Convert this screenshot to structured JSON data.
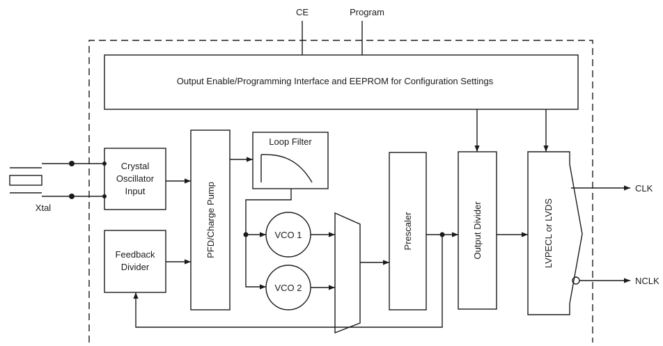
{
  "colors": {
    "stroke": "#1a1a1a",
    "block_fill": "#ffffff",
    "text": "#1a1a1a"
  },
  "signals": {
    "ce": "CE",
    "program": "Program",
    "clk": "CLK",
    "nclk": "NCLK",
    "xtal": "Xtal"
  },
  "blocks": {
    "interface": "Output Enable/Programming Interface and EEPROM for Configuration Settings",
    "crystal": [
      "Crystal",
      "Oscillator",
      "Input"
    ],
    "feedback": [
      "Feedback",
      "Divider"
    ],
    "pfd": "PFD/Charge Pump",
    "loop_filter": "Loop Filter",
    "vco1": "VCO 1",
    "vco2": "VCO 2",
    "prescaler": "Prescaler",
    "output_divider": "Output Divider",
    "output_buffer": "LVPECL or LVDS"
  }
}
